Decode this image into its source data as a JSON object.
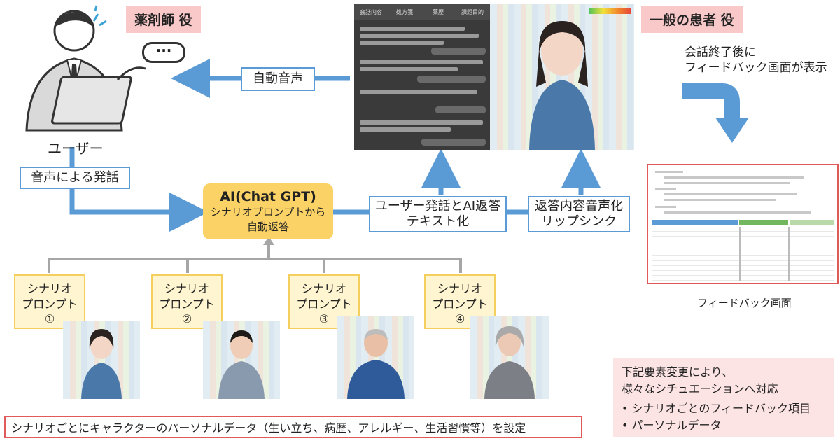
{
  "labels": {
    "pharmacist_role": "薬剤師 役",
    "patient_role": "一般の患者 役",
    "user": "ユーザー",
    "auto_voice": "自動音声",
    "speech_input": "音声による発話",
    "ai_title": "AI(Chat GPT)",
    "ai_sub": "シナリオプロンプトから",
    "ai_sub2": "自動返答",
    "text_conv_1": "ユーザー発話とAI返答",
    "text_conv_2": "テキスト化",
    "lipsync_1": "返答内容音声化",
    "lipsync_2": "リップシンク",
    "feedback_note_1": "会話終了後に",
    "feedback_note_2": "フィードバック画面が表示",
    "feedback_screen": "フィードバック画面",
    "persona_note": "シナリオごとにキャラクターのパーソナルデータ（生い立ち、病歴、アレルギー、生活習慣等）を設定"
  },
  "chat_tabs": [
    "会話内容",
    "処方箋",
    "薬歴",
    "課題目的"
  ],
  "scenarios": [
    {
      "line1": "シナリオ",
      "line2": "プロンプト",
      "num": "①"
    },
    {
      "line1": "シナリオ",
      "line2": "プロンプト",
      "num": "②"
    },
    {
      "line1": "シナリオ",
      "line2": "プロンプト",
      "num": "③"
    },
    {
      "line1": "シナリオ",
      "line2": "プロンプト",
      "num": "④"
    }
  ],
  "variation_box": {
    "title1": "下記要素変更により、",
    "title2": "様々なシチュエーションへ対応",
    "items": [
      "シナリオごとのフィードバック項目",
      "パーソナルデータ"
    ]
  },
  "colors": {
    "blue_arrow": "#5b9bd5",
    "pink": "#f9c9c9",
    "yellow": "#fbd266",
    "gray_line": "#a6a6a6",
    "red_border": "#e05a5a"
  }
}
